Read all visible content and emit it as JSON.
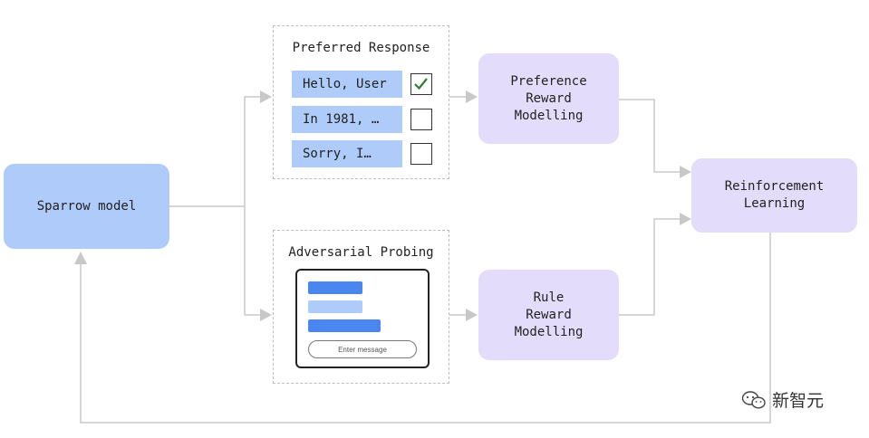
{
  "nodes": {
    "sparrow": "Sparrow model",
    "preference_reward": "Preference\nReward\nModelling",
    "rule_reward": "Rule\nReward\nModelling",
    "reinforcement": "Reinforcement\nLearning"
  },
  "preferred_panel": {
    "title": "Preferred Response",
    "responses": [
      {
        "text": "Hello, User",
        "checked": true
      },
      {
        "text": "In 1981, …",
        "checked": false
      },
      {
        "text": "Sorry, I…",
        "checked": false
      }
    ]
  },
  "adversarial_panel": {
    "title": "Adversarial Probing",
    "input_placeholder": "Enter message"
  },
  "watermark": {
    "text": "新智元",
    "icon": "wechat-icon"
  },
  "colors": {
    "blue_node": "#aecbfa",
    "purple_node": "#e4dcfb",
    "bar_dark": "#4a86f0",
    "bar_light": "#aecbfa",
    "connector": "#c8c8c8",
    "check": "#2e7d32"
  }
}
